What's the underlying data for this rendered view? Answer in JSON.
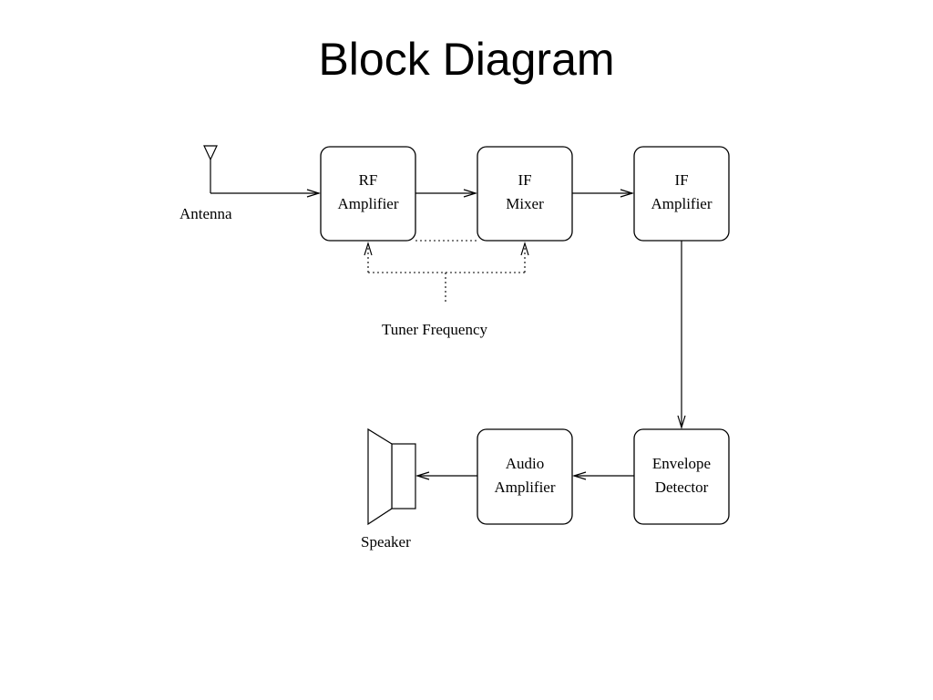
{
  "title": "Block Diagram",
  "blocks": {
    "rf_amplifier": {
      "line1": "RF",
      "line2": "Amplifier"
    },
    "if_mixer": {
      "line1": "IF",
      "line2": "Mixer"
    },
    "if_amplifier": {
      "line1": "IF",
      "line2": "Amplifier"
    },
    "envelope_detector": {
      "line1": "Envelope",
      "line2": "Detector"
    },
    "audio_amplifier": {
      "line1": "Audio",
      "line2": "Amplifier"
    }
  },
  "labels": {
    "antenna": "Antenna",
    "tuner_frequency": "Tuner Frequency",
    "speaker": "Speaker"
  }
}
